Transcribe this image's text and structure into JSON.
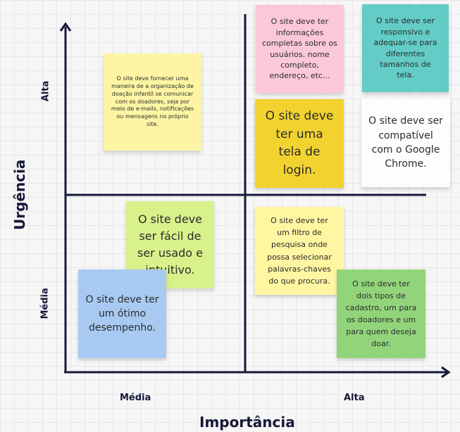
{
  "axes": {
    "x_title": "Importância",
    "y_title": "Urgência",
    "x_tick_low": "Média",
    "x_tick_high": "Alta",
    "y_tick_high": "Alta",
    "y_tick_low": "Média"
  },
  "colors": {
    "axis": "#16183a",
    "note_yellow_light": "#fdf5a4",
    "note_pink": "#fbc8d8",
    "note_teal": "#63ccc6",
    "note_yellow_dark": "#f2d22e",
    "note_white": "#fdfdfd",
    "note_lime": "#d9f18b",
    "note_light_yellow": "#fff6a2",
    "note_blue": "#a8caf2",
    "note_green": "#92d47a"
  },
  "notes": [
    {
      "id": "donation-communication",
      "text": "O site deve fornecer uma maneira de a organização de doação infantil se comunicar com os doadores,  seja por meio de e-mails, notificações ou mensagens no próprio site."
    },
    {
      "id": "user-info",
      "text": "O site deve ter informações completas sobre os usuários. nome completo, endereço, etc..."
    },
    {
      "id": "responsive",
      "text": "O site deve ser responsivo e adequar-se para diferentes tamanhos de tela."
    },
    {
      "id": "login-screen",
      "text": "O site deve ter uma tela de login."
    },
    {
      "id": "chrome-compatible",
      "text": "O site deve ser compatível com o Google Chrome."
    },
    {
      "id": "easy-to-use",
      "text": "O site deve ser fácil de ser usado e intuitivo."
    },
    {
      "id": "search-filter",
      "text": "O site deve ter um filtro de pesquisa onde possa selecionar palavras-chaves do que procura."
    },
    {
      "id": "performance",
      "text": "O site deve ter um ótimo desempenho."
    },
    {
      "id": "two-registrations",
      "text": "O site deve ter dois tipos de cadastro, um para os doadores e um para quem deseja doar."
    }
  ]
}
